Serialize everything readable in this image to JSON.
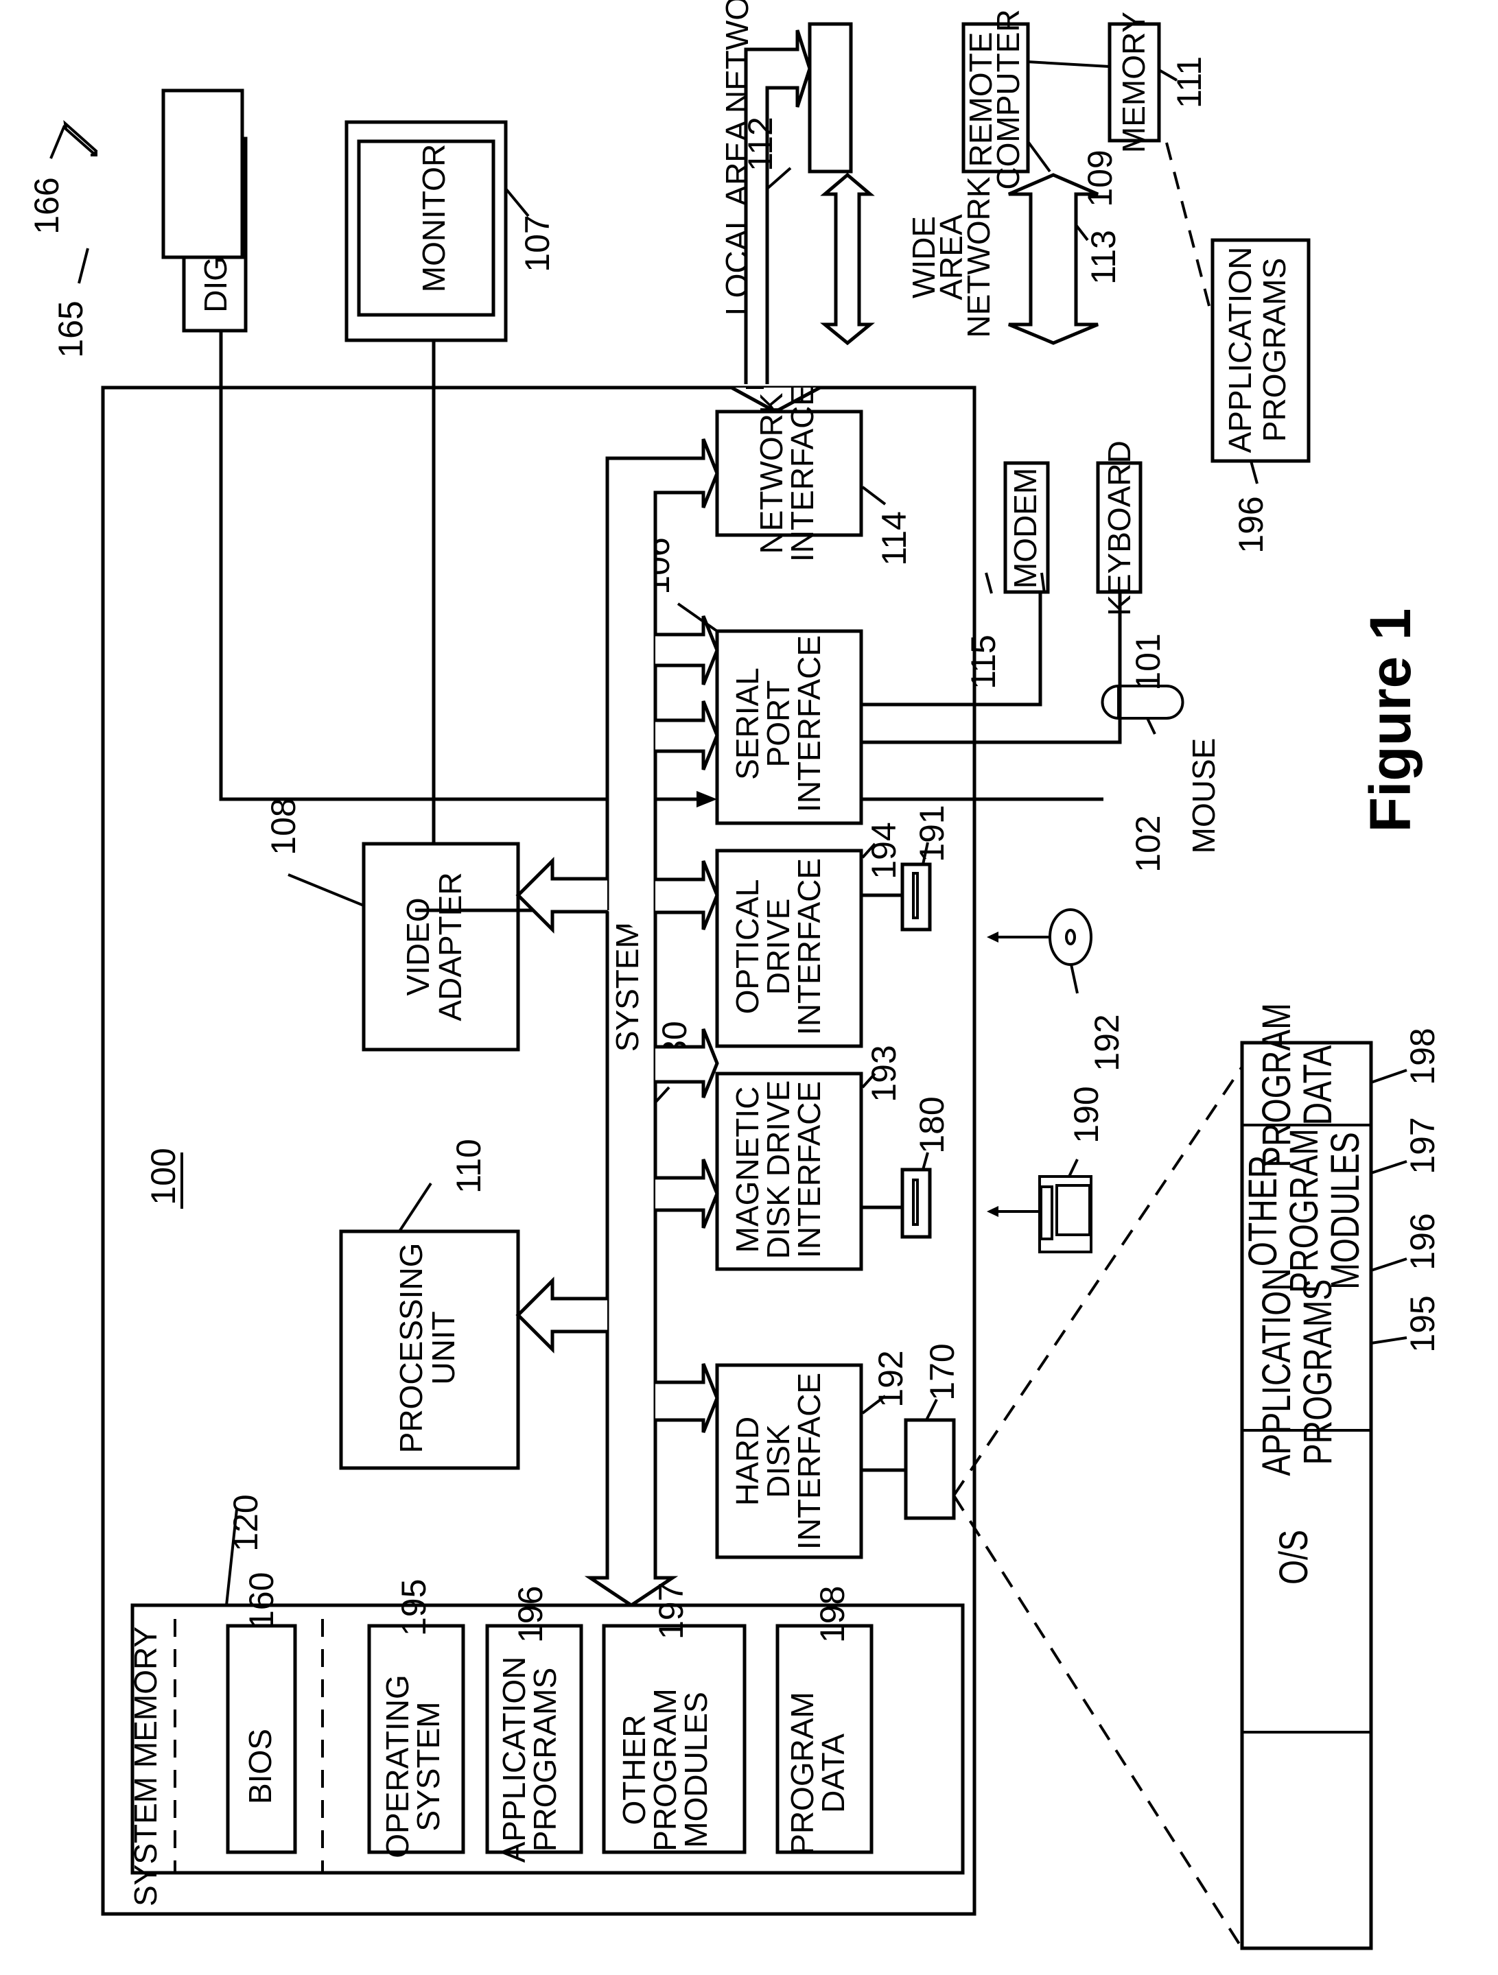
{
  "figure": {
    "title": "Figure 1",
    "computer_ref": "100"
  },
  "external": {
    "digitizer": {
      "label": "DIGITIZER",
      "ref": "165",
      "pen_ref": "166"
    },
    "monitor": {
      "label": "MONITOR",
      "ref": "107"
    },
    "lan": {
      "label": "LOCAL AREA NETWORK",
      "ref": "112"
    },
    "wan": {
      "label_lines": [
        "WIDE",
        "AREA",
        "NETWORK"
      ],
      "ref": "113"
    },
    "remote_computer": {
      "label_lines": [
        "REMOTE",
        "COMPUTER"
      ],
      "ref": "109"
    },
    "remote_memory": {
      "label": "MEMORY",
      "ref": "111"
    },
    "remote_apps": {
      "label_lines": [
        "APPLICATION",
        "PROGRAMS"
      ],
      "ref": "196"
    },
    "modem": {
      "label": "MODEM",
      "ref": "115"
    },
    "keyboard": {
      "label": "KEYBOARD",
      "ref": "101"
    },
    "mouse": {
      "label": "MOUSE",
      "ref": "102"
    },
    "optical_disc": {
      "ref": "192"
    },
    "floppy_disk": {
      "ref": "190"
    }
  },
  "internal": {
    "network_interface": {
      "label_lines": [
        "NETWORK",
        "INTERFACE"
      ],
      "ref": "114"
    },
    "serial_port_interface": {
      "label_lines": [
        "SERIAL",
        "PORT",
        "INTERFACE"
      ],
      "ref": "106"
    },
    "optical_drive_interface": {
      "label_lines": [
        "OPTICAL",
        "DRIVE",
        "INTERFACE"
      ],
      "ref": "194",
      "drive_ref": "191"
    },
    "magnetic_disk_drive_interface": {
      "label_lines": [
        "MAGNETIC",
        "DISK DRIVE",
        "INTERFACE"
      ],
      "ref": "193",
      "drive_ref": "180"
    },
    "hard_disk_interface": {
      "label_lines": [
        "HARD",
        "DISK",
        "INTERFACE"
      ],
      "ref": "192",
      "drive_ref": "170"
    },
    "video_adapter": {
      "label_lines": [
        "VIDEO",
        "ADAPTER"
      ],
      "ref": "108"
    },
    "processing_unit": {
      "label_lines": [
        "PROCESSING",
        "UNIT"
      ],
      "ref": "110"
    },
    "system_bus": {
      "label": "SYSTEM BUS",
      "ref": "130"
    },
    "system_memory": {
      "label": "SYSTEM MEMORY",
      "ref": "120",
      "items": [
        {
          "label_lines": [
            "BIOS"
          ],
          "ref": "160"
        },
        {
          "label_lines": [
            "OPERATING",
            "SYSTEM"
          ],
          "ref": "195"
        },
        {
          "label_lines": [
            "APPLICATION",
            "PROGRAMS"
          ],
          "ref": "196"
        },
        {
          "label_lines": [
            "OTHER",
            "PROGRAM",
            "MODULES"
          ],
          "ref": "197"
        },
        {
          "label_lines": [
            "PROGRAM",
            "DATA"
          ],
          "ref": "198"
        }
      ]
    }
  },
  "hard_disk_contents": [
    {
      "label_lines": [
        "O/S"
      ],
      "ref": "195"
    },
    {
      "label_lines": [
        "APPLICATION",
        "PROGRAMS"
      ],
      "ref": "196"
    },
    {
      "label_lines": [
        "OTHER",
        "PROGRAM",
        "MODULES"
      ],
      "ref": "197"
    },
    {
      "label_lines": [
        "PROGRAM",
        "DATA"
      ],
      "ref": "198"
    }
  ]
}
